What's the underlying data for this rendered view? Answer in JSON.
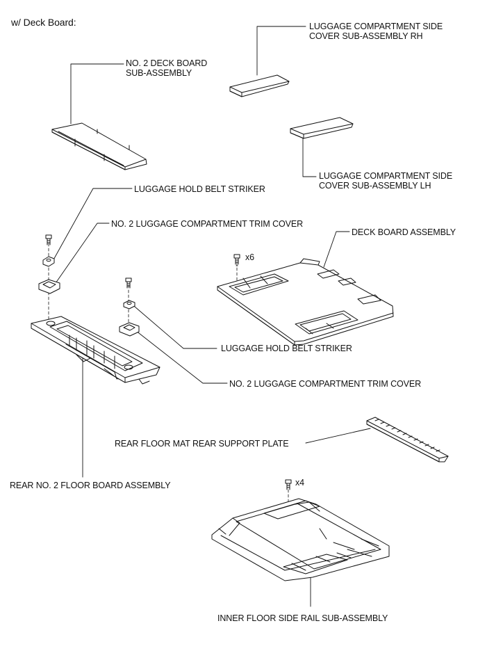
{
  "header": "w/ Deck Board:",
  "labels": {
    "side_cover_rh": "LUGGAGE COMPARTMENT SIDE\nCOVER SUB-ASSEMBLY RH",
    "deck_board_sub": "NO. 2 DECK BOARD\nSUB-ASSEMBLY",
    "side_cover_lh": "LUGGAGE COMPARTMENT SIDE\nCOVER SUB-ASSEMBLY LH",
    "belt_striker_1": "LUGGAGE HOLD BELT STRIKER",
    "trim_cover_1": "NO. 2 LUGGAGE COMPARTMENT TRIM COVER",
    "deck_board_assy": "DECK BOARD ASSEMBLY",
    "qty_x6": "x6",
    "belt_striker_2": "LUGGAGE HOLD BELT STRIKER",
    "trim_cover_2": "NO. 2 LUGGAGE COMPARTMENT TRIM COVER",
    "rear_support_plate": "REAR FLOOR MAT REAR SUPPORT PLATE",
    "rear_floor_board": "REAR NO. 2 FLOOR BOARD ASSEMBLY",
    "qty_x4": "x4",
    "inner_side_rail": "INNER FLOOR SIDE RAIL SUB-ASSEMBLY"
  }
}
